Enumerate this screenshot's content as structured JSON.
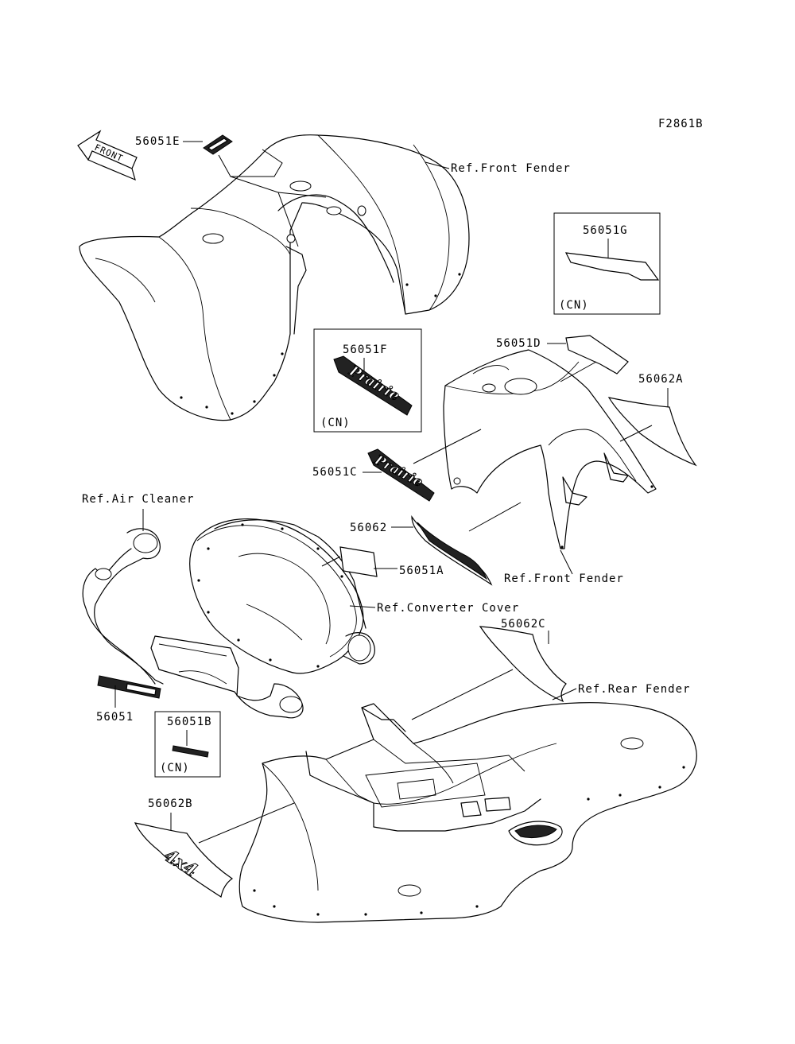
{
  "figure_code": "F2861B",
  "front_arrow": "FRONT",
  "labels": {
    "p56051E": "56051E",
    "ref_front_fender_top": "Ref.Front Fender",
    "p56051G": "56051G",
    "cn_g": "(CN)",
    "p56051F": "56051F",
    "cn_f": "(CN)",
    "p56051D": "56051D",
    "p56062A": "56062A",
    "p56051C": "56051C",
    "ref_air_cleaner": "Ref.Air Cleaner",
    "p56062": "56062",
    "p56051A": "56051A",
    "ref_front_fender_mid": "Ref.Front Fender",
    "ref_converter_cover": "Ref.Converter Cover",
    "p56062C": "56062C",
    "ref_rear_fender": "Ref.Rear Fender",
    "p56051": "56051",
    "p56051B": "56051B",
    "cn_b": "(CN)",
    "p56062B": "56062B"
  },
  "emblems": {
    "prairie": "Prairie",
    "four_by_four": "4x4"
  }
}
